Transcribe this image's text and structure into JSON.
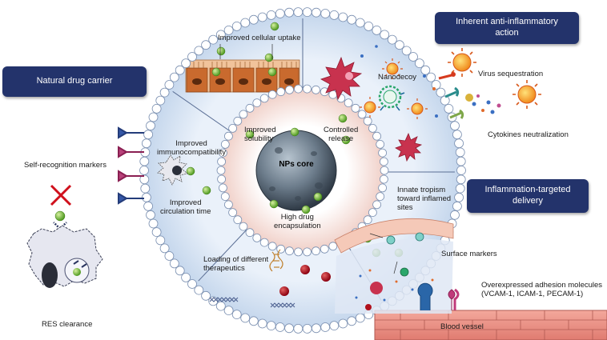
{
  "boxes": {
    "natural_carrier": "Natural drug carrier",
    "anti_inflammatory_line1": "Inherent anti-inflammatory",
    "anti_inflammatory_line2": "action",
    "inflammation_targeted_line1": "Inflammation-targeted",
    "inflammation_targeted_line2": "delivery"
  },
  "core": {
    "label": "NPs core"
  },
  "inner_ring": {
    "improved_solubility_1": "Improved",
    "improved_solubility_2": "solubility",
    "controlled_release_1": "Controlled",
    "controlled_release_2": "release",
    "high_drug_1": "High drug",
    "high_drug_2": "encapsulation"
  },
  "segments": {
    "cellular_uptake": "Improved cellular uptake",
    "immuno_1": "Improved",
    "immuno_2": "immunocompatibility",
    "circulation_1": "Improved",
    "circulation_2": "circulation time",
    "loading_1": "Loading of different",
    "loading_2": "therapeutics",
    "tropism_1": "Innate tropism",
    "tropism_2": "toward inflamed",
    "tropism_3": "sites",
    "nanodecoy": "Nanodecoy"
  },
  "outside": {
    "virus_sequestration": "Virus sequestration",
    "cytokines_neutralization": "Cytokines neutralization",
    "self_recognition": "Self-recognition markers",
    "res_clearance": "RES clearance",
    "surface_markers": "Surface markers",
    "adhesion_1": "Overexpressed adhesion molecules",
    "adhesion_2": "(VCAM-1, ICAM-1, PECAM-1)",
    "blood_vessel": "Blood vessel"
  },
  "colors": {
    "membrane": "#c9d9ee",
    "membrane_bead": "#ffffff",
    "bead_stroke": "#7a8fb0",
    "inner_ring": "#f3d7d0",
    "core": "#5f6f80",
    "box": "#23336b",
    "drug": "#7cc243",
    "red_drug": "#b0101c",
    "cell": "#c96a2e",
    "vessel": "#e58b80"
  },
  "icons": [
    "membrane-beads",
    "green-nanoparticle",
    "virus",
    "macrophage",
    "epithelial-cells",
    "blood-vessel",
    "adhesion-receptor",
    "red-cross"
  ]
}
